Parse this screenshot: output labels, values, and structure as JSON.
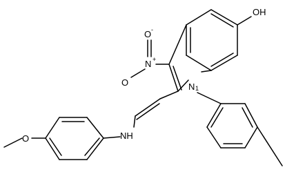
{
  "molecule": {
    "atom_labels": {
      "hydroxyl": "OH",
      "nitro_nitrogen": "N",
      "nitro_nitrogen_charge": "+",
      "nitro_oxygen_upper": "O",
      "nitro_oxygen_lower": "O",
      "nitro_oxygen_charge": "-",
      "indole_nitrogen": "N",
      "indole_nitrogen_locant": "1",
      "amine": "NH",
      "methoxy_oxygen": "O"
    },
    "colors": {
      "bond": "#000000",
      "text": "#000000",
      "background": "#ffffff"
    }
  }
}
